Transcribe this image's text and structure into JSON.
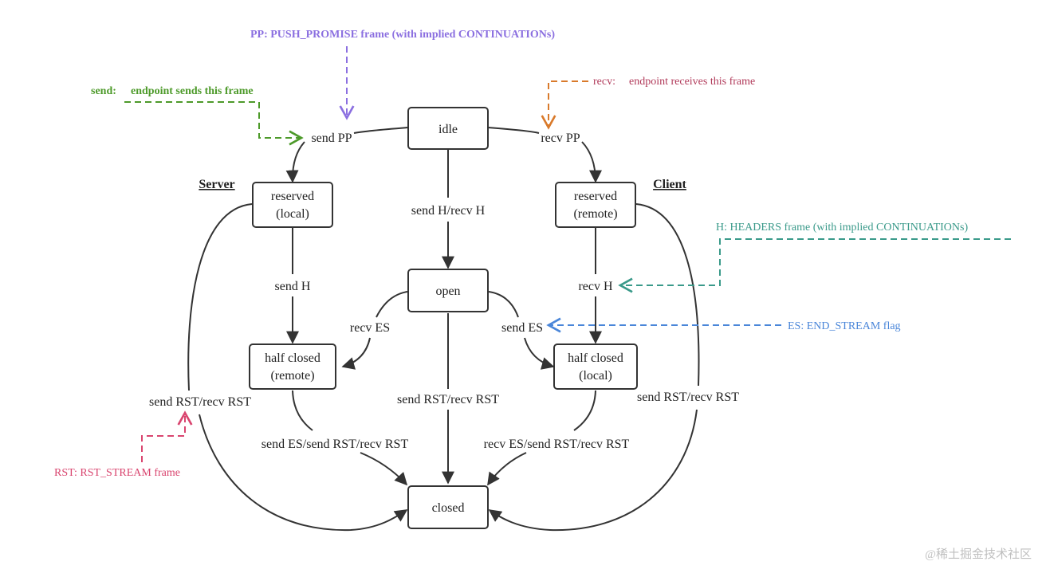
{
  "colors": {
    "ink": "#333333",
    "pp": "#8b6fe0",
    "send": "#4d9a2a",
    "recv": "#b13a5a",
    "recv_arrow": "#d97a2b",
    "headers": "#3a9a8a",
    "end_stream": "#4a86d9",
    "rst": "#d9456f",
    "watermark": "#bfbfbf"
  },
  "sides": {
    "server": "Server",
    "client": "Client"
  },
  "states": {
    "idle": "idle",
    "reserved_local": [
      "reserved",
      "(local)"
    ],
    "reserved_remote": [
      "reserved",
      "(remote)"
    ],
    "open": "open",
    "half_closed_remote": [
      "half closed",
      "(remote)"
    ],
    "half_closed_local": [
      "half closed",
      "(local)"
    ],
    "closed": "closed"
  },
  "edges": {
    "send_pp": "send PP",
    "recv_pp": "recv PP",
    "send_h_recv_h": "send H/recv H",
    "send_h": "send H",
    "recv_h": "recv H",
    "recv_es": "recv ES",
    "send_es": "send ES",
    "rst_left": "send RST/recv RST",
    "rst_center": "send RST/recv RST",
    "rst_right": "send RST/recv RST",
    "es_rst_left": "send ES/send RST/recv RST",
    "es_rst_right": "recv ES/send RST/recv RST"
  },
  "legend": {
    "pp": "PP: PUSH_PROMISE frame (with implied CONTINUATIONs)",
    "send_key": "send:",
    "send_desc": "endpoint sends this frame",
    "recv_key": "recv:",
    "recv_desc": "endpoint receives this frame",
    "headers": "H:  HEADERS frame (with implied CONTINUATIONs)",
    "end_stream": "ES: END_STREAM flag",
    "rst": "RST:  RST_STREAM frame"
  },
  "watermark": "@稀土掘金技术社区"
}
